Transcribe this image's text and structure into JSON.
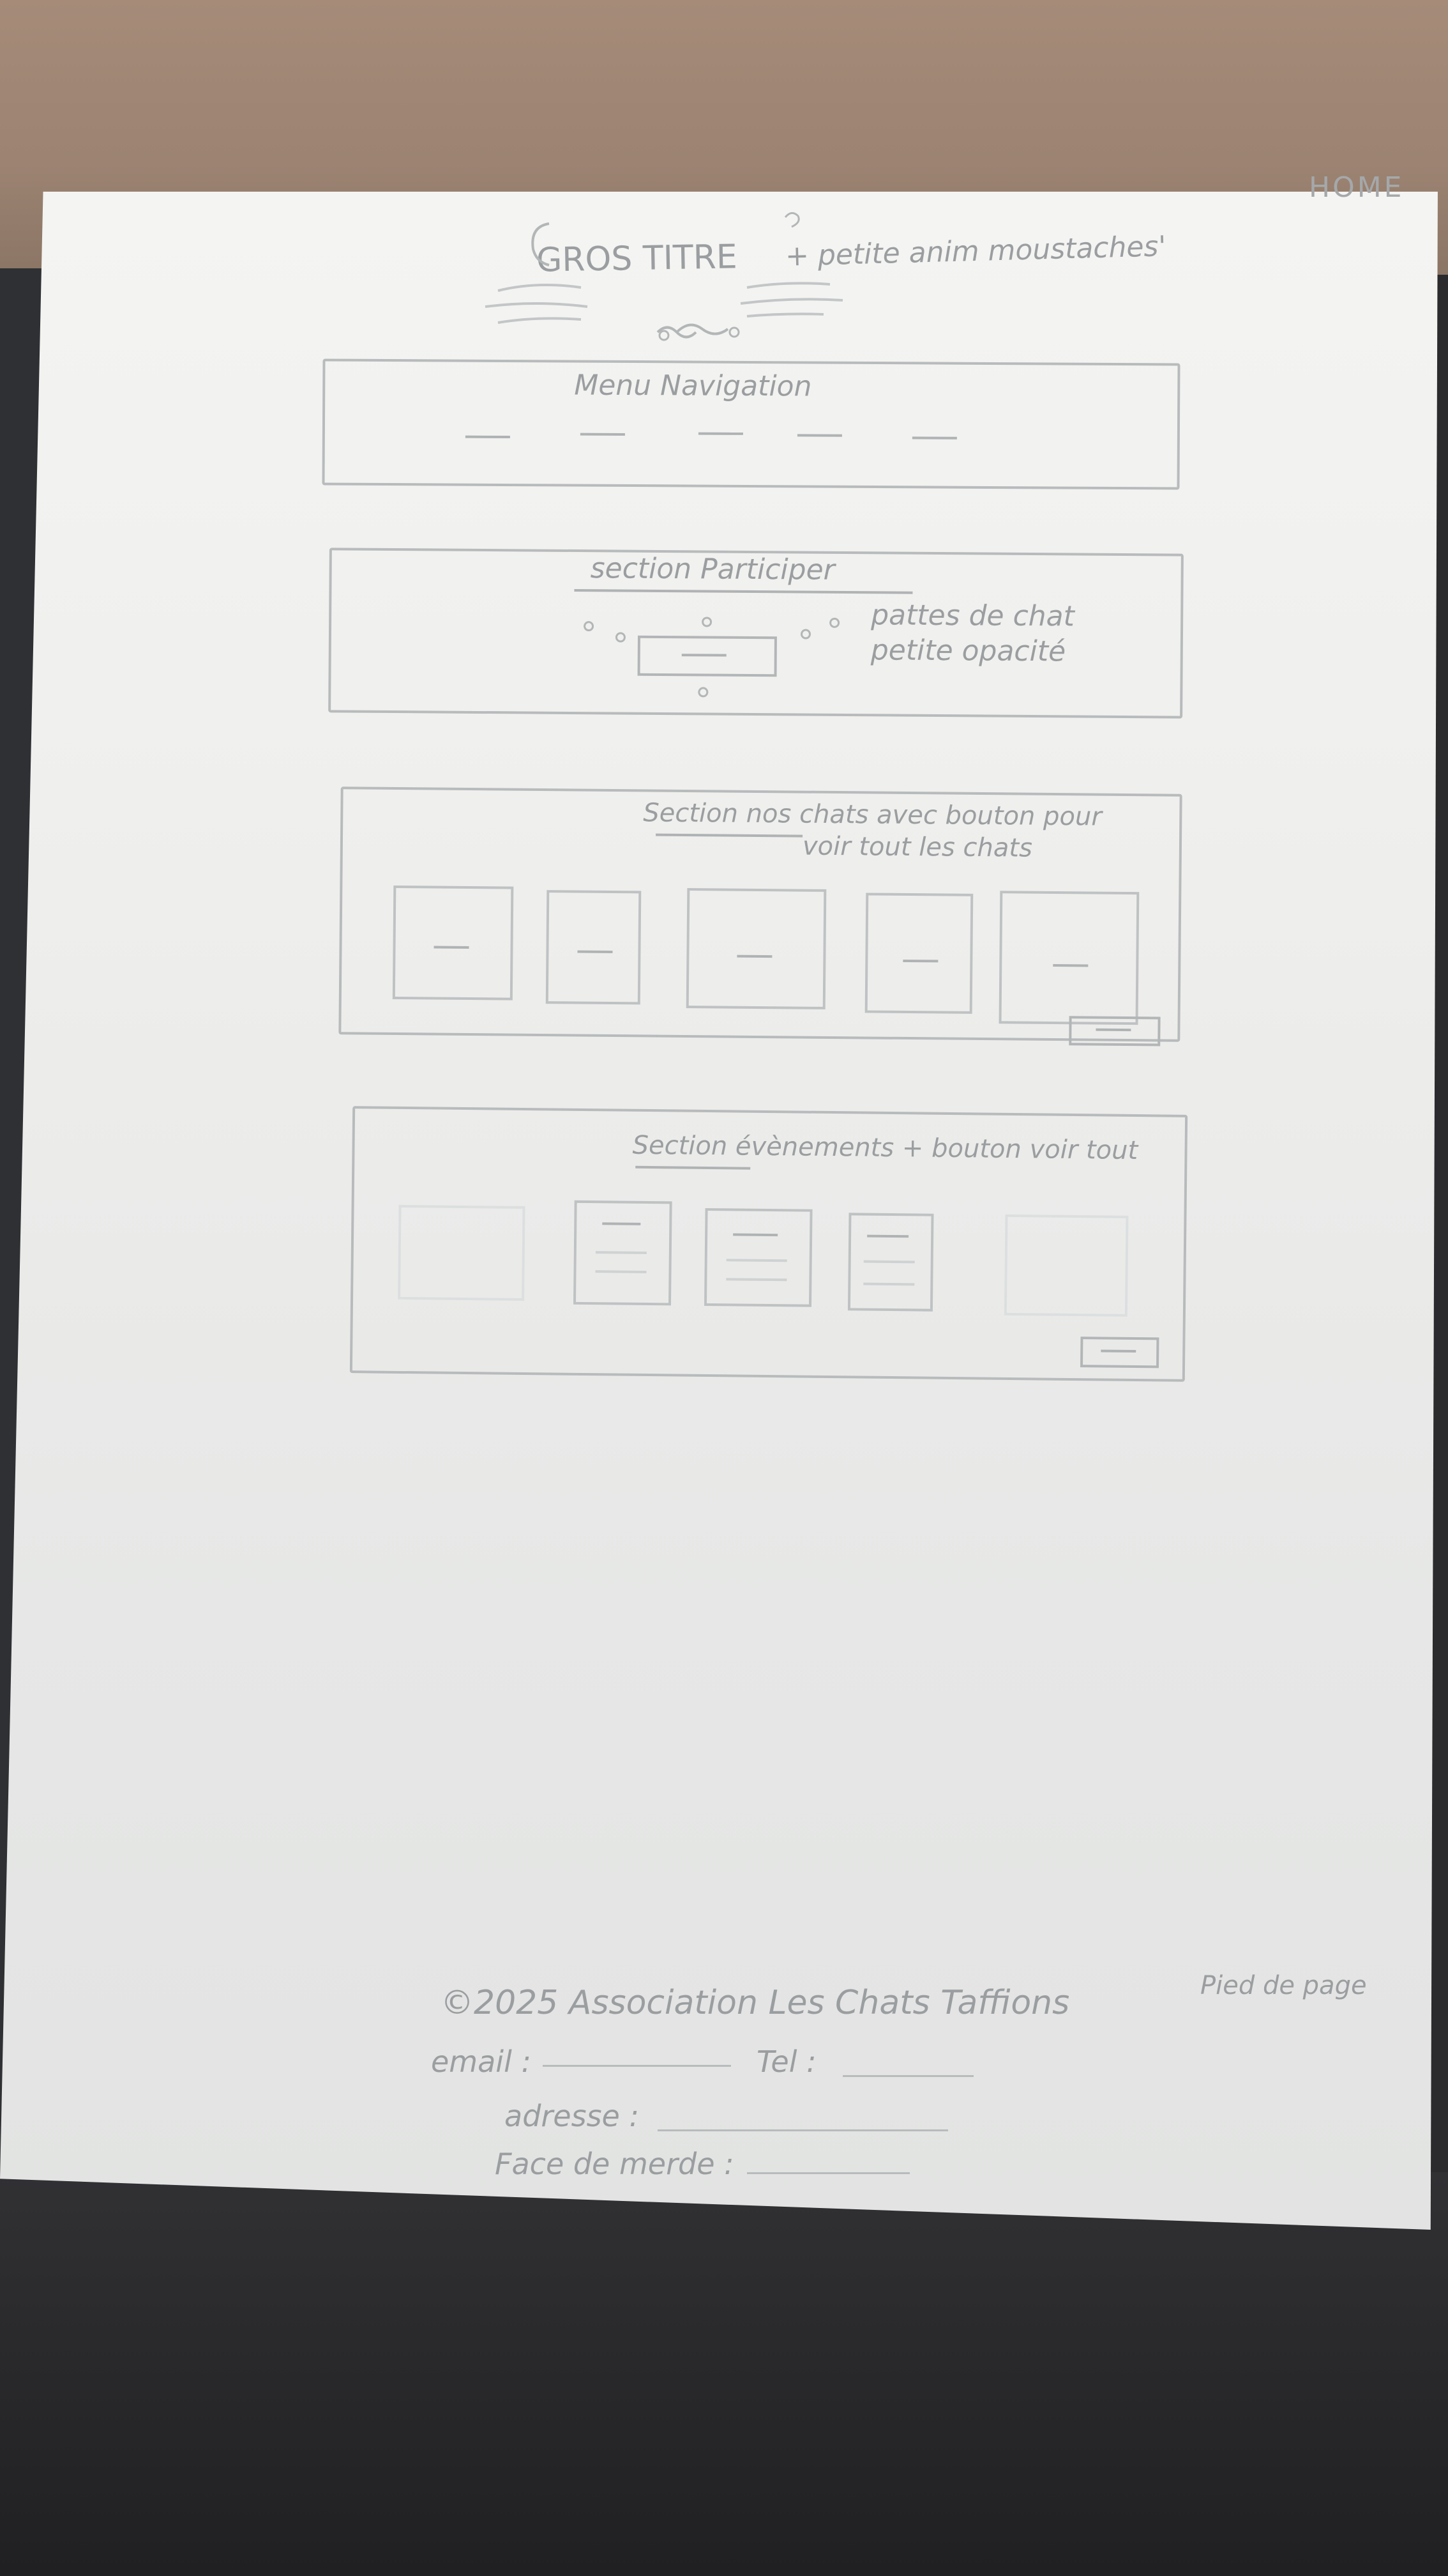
{
  "page_label": "HOME",
  "header": {
    "title": "GROS TITRE",
    "note": "+ petite anim moustaches'"
  },
  "nav": {
    "title": "Menu Navigation"
  },
  "participer": {
    "title": "section Participer",
    "note_line1": "pattes de chat",
    "note_line2": "petite opacité"
  },
  "chats": {
    "title": "Section nos chats avec bouton pour",
    "title_line2": "voir tout les chats"
  },
  "evenements": {
    "title": "Section évènements + bouton voir tout"
  },
  "footer": {
    "label": "Pied de page",
    "copyright": "©2025 Association Les Chats Taffions",
    "email_label": "email :",
    "tel_label": "Tel :",
    "adresse_label": "adresse :",
    "facebook_label": "Face de merde :"
  }
}
